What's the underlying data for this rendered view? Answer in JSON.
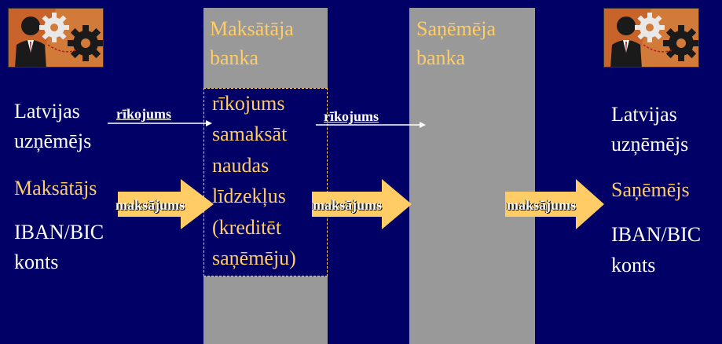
{
  "payer_bank": {
    "title_lines": [
      "Maksātāja",
      "banka"
    ]
  },
  "payee_bank": {
    "title_lines": [
      "Saņēmēja",
      "banka"
    ]
  },
  "left_party": {
    "company_lines": [
      "Latvijas",
      "uzņēmējs"
    ],
    "role": "Maksātājs",
    "account_lines": [
      "IBAN/BIC",
      "konts"
    ]
  },
  "right_party": {
    "company_lines": [
      "Latvijas",
      "uzņēmējs"
    ],
    "role": "Saņēmējs",
    "account_lines": [
      "IBAN/BIC",
      "konts"
    ]
  },
  "instruction_box": {
    "lines": [
      "rīkojums",
      "samaksāt",
      "naudas",
      "līdzekļus",
      "(kreditēt",
      "saņēmēju)"
    ]
  },
  "arrows": {
    "order_label": "rīkojums",
    "payment_label": "maksājums"
  },
  "icons": {
    "left": "business-person-gears-icon",
    "right": "business-person-gears-icon"
  },
  "colors": {
    "background": "#000066",
    "bank_column": "#999999",
    "accent": "#ffcc66",
    "payment_arrow": "#ffcc66",
    "text": "#ffffff"
  }
}
